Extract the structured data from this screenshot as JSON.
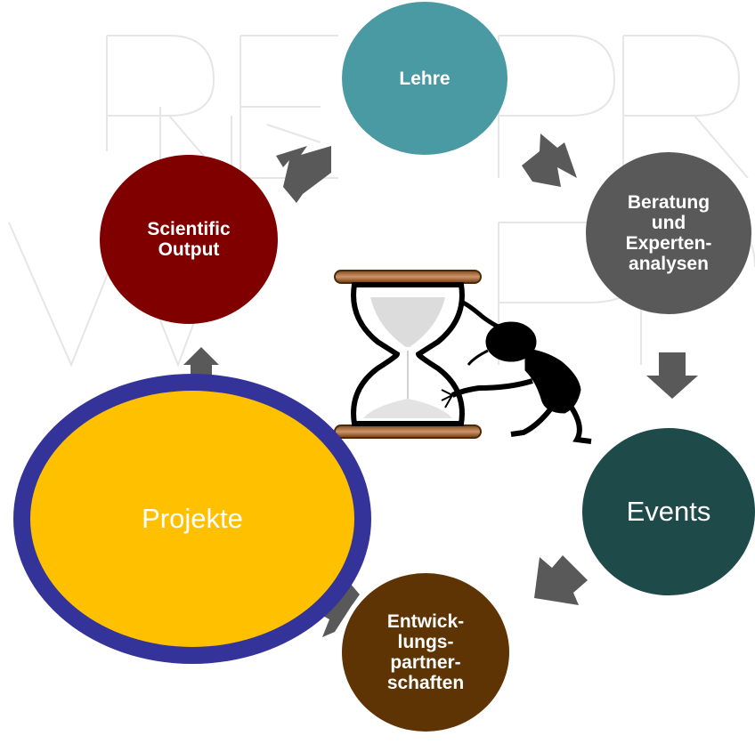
{
  "diagram": {
    "nodes": {
      "lehre": "Lehre",
      "beratung": [
        "Beratung",
        "und",
        "Experten-",
        "analysen"
      ],
      "events": "Events",
      "entwicklung": [
        "Entwick-",
        "lungs-",
        "partner-",
        "schaften"
      ],
      "projekte": "Projekte",
      "scientific": [
        "Scientific",
        "Output"
      ]
    },
    "colors": {
      "lehre": "#4a9aa3",
      "beratung": "#595959",
      "events": "#1f4a4a",
      "entwicklung": "#5e3404",
      "projekte_fill": "#ffc000",
      "projekte_border": "#333399",
      "scientific": "#800000",
      "arrow": "#595959"
    },
    "illustration": "hourglass-with-figure-pushing"
  }
}
